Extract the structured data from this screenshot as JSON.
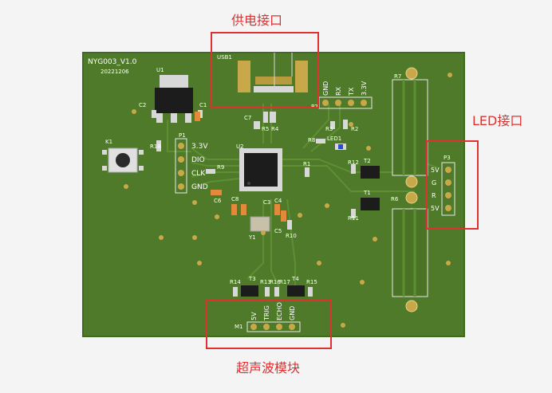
{
  "board": {
    "name": "NYG003_V1.0",
    "date": "20221206",
    "colors": {
      "pcb": "#4f7a2a",
      "pcb_edge": "#3f6a22",
      "trace": "#5f8f33",
      "gold": "#c9a84a",
      "silver": "#d8d8d8",
      "chip": "#1c1c1c"
    }
  },
  "annotations": {
    "power": "供电接口",
    "led": "LED接口",
    "ultrasonic": "超声波模块",
    "color": "#e03030"
  },
  "labels": {
    "usb1": "USB1",
    "u1": "U1",
    "u2": "U2",
    "c1": "C1",
    "c2": "C2",
    "c3": "C3",
    "c4": "C4",
    "c5": "C5",
    "c6": "C6",
    "c7": "C7",
    "c8": "C8",
    "r1": "R1",
    "r2": "R2",
    "r3": "R3",
    "r4": "R4",
    "r5": "R5",
    "r6": "R6",
    "r7": "R7",
    "r8": "R8",
    "r9": "R9",
    "r10": "R10",
    "r11": "R11",
    "r12": "R12",
    "r13": "R13",
    "r14": "R14",
    "r15": "R15",
    "r16": "R16",
    "r17": "R17",
    "r18": "R18",
    "k1": "K1",
    "p1": "P1",
    "p2": "P2",
    "p3": "P3",
    "t1": "T1",
    "t2": "T2",
    "t3": "T3",
    "t4": "T4",
    "led1": "LED1",
    "m1": "M1",
    "y1": "Y1"
  },
  "p1_pins": [
    "3.3V",
    "DIO",
    "CLK",
    "GND"
  ],
  "p2_pins": [
    "GND",
    "RX",
    "TX",
    "3.3V"
  ],
  "p3_pins": [
    "5V",
    "G",
    "R",
    "5V"
  ],
  "m1_pins": [
    "5V",
    "TRIG",
    "ECHO",
    "GND"
  ]
}
